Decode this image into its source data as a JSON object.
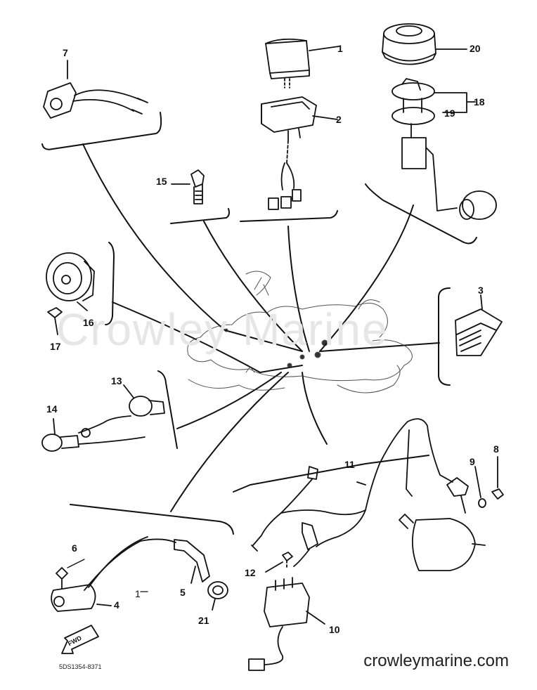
{
  "diagram": {
    "watermark": "Crowley Marine",
    "website": "crowleymarine.com",
    "drawing_code": "5DS1354-8371",
    "fwd_label": "FWD",
    "stray_label": "1",
    "callouts": {
      "c1": "1",
      "c2": "2",
      "c3": "3",
      "c4": "4",
      "c5": "5",
      "c6": "6",
      "c7": "7",
      "c8": "8",
      "c9": "9",
      "c10": "10",
      "c11": "11",
      "c12": "12",
      "c13": "13",
      "c14": "14",
      "c15": "15",
      "c16": "16",
      "c17": "17",
      "c18": "18",
      "c19": "19",
      "c20": "20",
      "c21": "21"
    }
  }
}
